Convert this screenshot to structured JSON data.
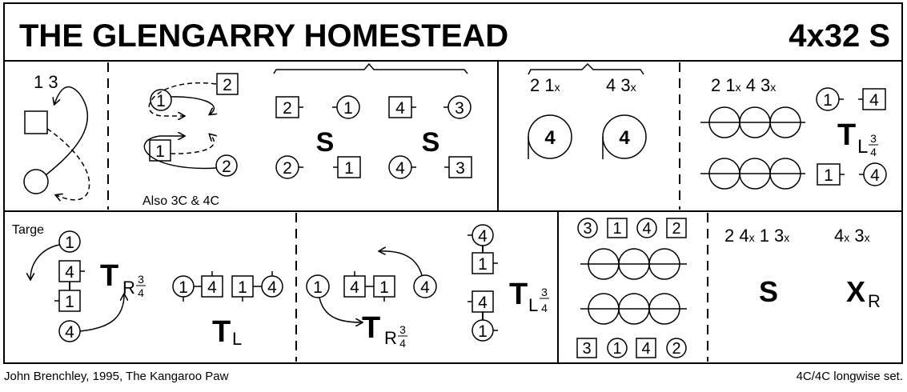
{
  "header": {
    "title": "THE GLENGARRY HOMESTEAD",
    "format": "4x32 S"
  },
  "bars": [
    {
      "id": "bars-1-8",
      "cells": [
        {
          "id": "cross-fig8",
          "couples": "1 3",
          "label": ""
        },
        {
          "id": "reels",
          "note": "Also 3C & 4C",
          "dancers": [
            "1",
            "2",
            "1",
            "2"
          ]
        },
        {
          "id": "set-positions",
          "top_row": [
            "2",
            "1",
            "4",
            "3"
          ],
          "bottom_row": [
            "2",
            "1",
            "4",
            "3"
          ],
          "figure": "S",
          "figure2": "S"
        }
      ]
    },
    {
      "id": "bars-9-16",
      "cells": [
        {
          "id": "cast",
          "labels": [
            "2 1",
            "x",
            "4 3",
            "x"
          ],
          "dancer": "4",
          "dancer2": "4"
        },
        {
          "id": "reels-of-three",
          "labels": [
            "2 1",
            "x",
            " 4 3",
            "x"
          ],
          "top_pair": [
            "1",
            "4"
          ],
          "bottom_pair": [
            "1",
            "4"
          ],
          "turn": "T",
          "turn_dir": "L",
          "turn_frac_num": "3",
          "turn_frac_den": "4"
        }
      ]
    },
    {
      "id": "bars-17-24",
      "cells": [
        {
          "id": "targe",
          "label": "Targe",
          "turn": "T",
          "turn_dir": "R",
          "frac_num": "3",
          "frac_den": "4",
          "line": [
            "1",
            "4",
            "1",
            "4"
          ],
          "turn2": "T",
          "turn2_dir": "L"
        },
        {
          "id": "targe-2",
          "turn": "T",
          "turn_dir": "R",
          "frac_num": "3",
          "frac_den": "4",
          "turn2": "T",
          "turn2_dir": "L",
          "frac2_num": "3",
          "frac2_den": "4"
        }
      ]
    },
    {
      "id": "bars-25-32",
      "cells": [
        {
          "id": "reels-2",
          "top": [
            "3",
            "1",
            "4",
            "2"
          ],
          "bottom": [
            "3",
            "1",
            "4",
            "2"
          ]
        },
        {
          "id": "set-cross",
          "labels": [
            "2 4",
            "x",
            " 1 3",
            "x",
            "4",
            "x",
            " 3",
            "x"
          ],
          "figure": "S",
          "figure2": "X",
          "figure2_dir": "R"
        }
      ]
    }
  ],
  "footer": {
    "left": "John Brenchley, 1995, The Kangaroo Paw",
    "right": "4C/4C longwise set."
  }
}
